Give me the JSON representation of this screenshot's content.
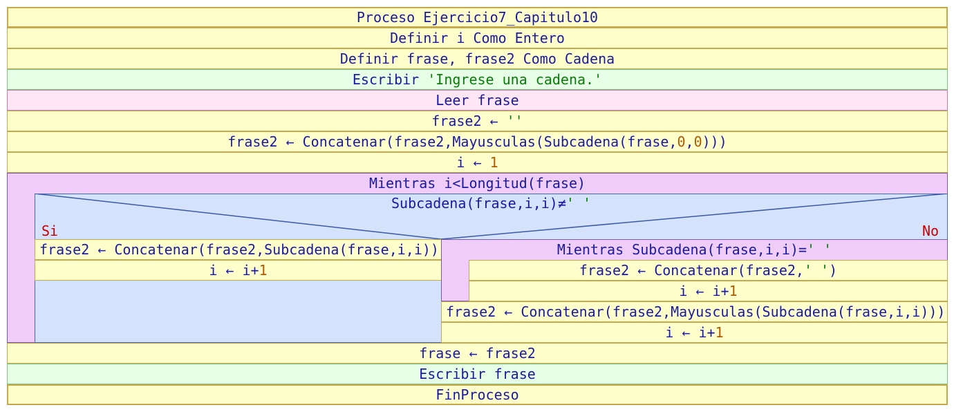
{
  "proceso": {
    "keyword": "Proceso",
    "name": "Ejercicio7_Capitulo10"
  },
  "lines": {
    "definir_i": "Definir i Como Entero",
    "definir_frase": "Definir frase, frase2 Como Cadena",
    "escribir1_kw": "Escribir ",
    "escribir1_str": "'Ingrese una cadena.'",
    "leer": "Leer frase",
    "asig1_a": "frase2 ← ",
    "asig1_b": "''",
    "asig2_a": "frase2 ← Concatenar(frase2,Mayusculas(Subcadena(frase,",
    "asig2_n1": "0",
    "asig2_c": ",",
    "asig2_n2": "0",
    "asig2_d": ")))",
    "asig3_a": "i ← ",
    "asig3_n": "1"
  },
  "mientras": {
    "label": "Mientras i<Longitud(frase)"
  },
  "si": {
    "cond_a": "Subcadena(frase,i,i)≠",
    "cond_s": "' '",
    "si_label": "Si",
    "no_label": "No",
    "yes": {
      "concat": "frase2 ← Concatenar(frase2,Subcadena(frase,i,i))",
      "inc_a": "i ← i+",
      "inc_n": "1"
    },
    "no": {
      "mientras_a": "Mientras Subcadena(frase,i,i)=",
      "mientras_s": "' '",
      "inner_concat_a": "frase2 ← Concatenar(frase2,",
      "inner_concat_s": "' '",
      "inner_concat_b": ")",
      "inner_inc_a": "i ← i+",
      "inner_inc_n": "1",
      "concat": "frase2 ← Concatenar(frase2,Mayusculas(Subcadena(frase,i,i)))",
      "inc_a": "i ← i+",
      "inc_n": "1"
    }
  },
  "tail": {
    "asig": "frase ← frase2",
    "escribir": "Escribir frase",
    "fin": "FinProceso"
  },
  "colors": {
    "process": "#ffffcc",
    "output": "#e6ffe6",
    "input": "#ffe6f5",
    "loop": "#f0ccf8",
    "condition": "#d4e2fc",
    "keyword_text": "#1a1aa0",
    "string_text": "#0a7a0a",
    "number_text": "#b05a00",
    "branch_label": "#c80000"
  }
}
